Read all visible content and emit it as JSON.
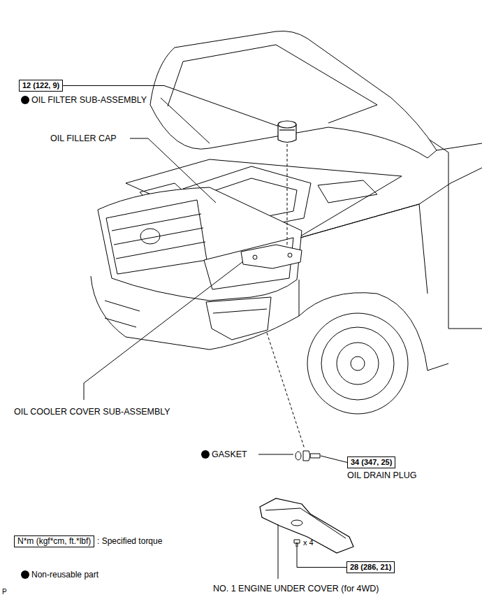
{
  "diagram": {
    "nodes": [
      {
        "text": [
          "12 (122, 9)"
        ]
      },
      {
        "text": [
          "34 (347, 25)"
        ]
      },
      {
        "text": [
          "28 (286, 21)"
        ]
      },
      {
        "text": [
          "N*m (kgf*cm, ft.*lbf)"
        ]
      }
    ],
    "labels": [
      "OIL FILTER SUB-ASSEMBLY",
      "OIL FILLER CAP",
      "OIL COOLER COVER SUB-ASSEMBLY",
      "GASKET",
      "OIL DRAIN PLUG",
      "x 4",
      "NO. 1 ENGINE UNDER COVER (for 4WD)",
      "P"
    ],
    "legend": [
      {
        "text": ": Specified torque"
      },
      {
        "text": "Non-reusable part",
        "color": "#000000"
      }
    ]
  }
}
